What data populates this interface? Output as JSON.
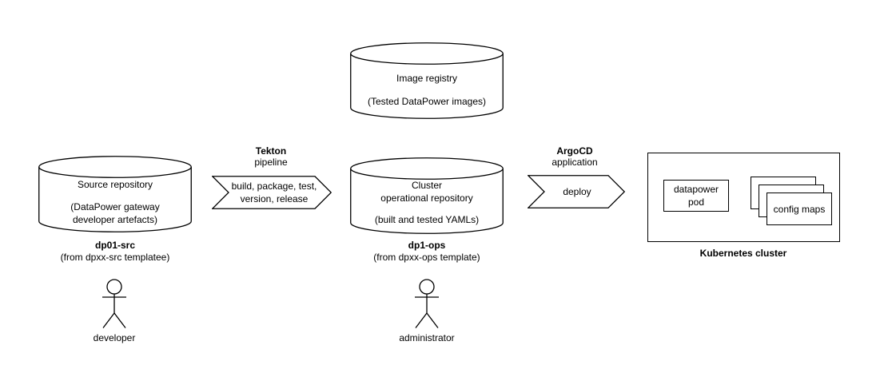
{
  "colors": {
    "stroke": "#000000",
    "fill": "#ffffff",
    "background": "#ffffff",
    "text": "#000000"
  },
  "nodes": {
    "image_registry": {
      "title": "Image registry",
      "subtitle": "(Tested DataPower images)"
    },
    "source_repository": {
      "title": "Source repository",
      "subtitle": "(DataPower gateway\ndeveloper artefacts)",
      "name": "dp01-src",
      "name_note": "(from dpxx-src templatee)"
    },
    "tekton_pipeline": {
      "label_bold": "Tekton",
      "label": "pipeline",
      "arrow_text": "build, package, test,\nversion, release"
    },
    "ops_repository": {
      "title": "Cluster\noperational repository",
      "subtitle": "(built and tested YAMLs)",
      "name": "dp1-ops",
      "name_note": "(from dpxx-ops template)"
    },
    "argocd": {
      "label_bold": "ArgoCD",
      "label": "application",
      "arrow_text": "deploy"
    },
    "kubernetes_cluster": {
      "label": "Kubernetes cluster",
      "datapower_pod": "datapower\npod",
      "config_maps": "config maps"
    },
    "actors": {
      "developer": "developer",
      "administrator": "administrator"
    }
  }
}
